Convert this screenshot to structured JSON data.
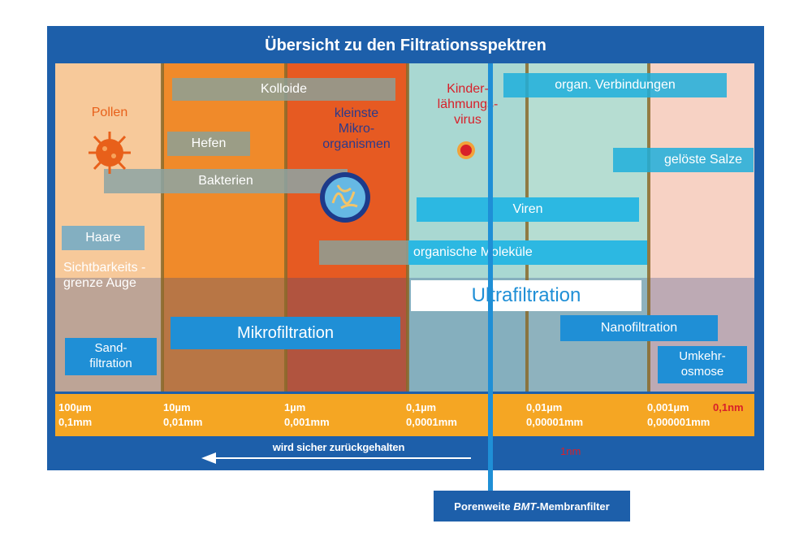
{
  "title": "Übersicht zu den Filtrationsspektren",
  "items": {
    "pollen": "Pollen",
    "kolloide": "Kolloide",
    "hefen": "Hefen",
    "kleinste_mikro": [
      "kleinste",
      "Mikro-",
      "organismen"
    ],
    "kinderlaehmung": [
      "Kinder-",
      "lähmungs-",
      "virus"
    ],
    "organ_verbindungen": "organ. Verbindungen",
    "geloeste_salze": "gelöste Salze",
    "bakterien": "Bakterien",
    "viren": "Viren",
    "haare": "Haare",
    "organische_molekuele": "organische Moleküle",
    "sichtbarkeit": [
      "Sichtbarkeits -",
      "grenze Auge"
    ]
  },
  "filtration": {
    "ultra": "Ultrafiltration",
    "mikro": "Mikrofiltration",
    "nano": "Nanofiltration",
    "sand": [
      "Sand-",
      "filtration"
    ],
    "umkehr": [
      "Umkehr-",
      "osmose"
    ]
  },
  "scale": [
    {
      "top": "100µm",
      "bottom": "0,1mm"
    },
    {
      "top": "10µm",
      "bottom": "0,01mm"
    },
    {
      "top": "1µm",
      "bottom": "0,001mm"
    },
    {
      "top": "0,1µm",
      "bottom": "0,0001mm"
    },
    {
      "top": "0,01µm",
      "bottom": "0,00001mm"
    },
    {
      "top": "0,001µm",
      "bottom": "0,000001mm"
    }
  ],
  "scale_extra": "0,1nm",
  "arrow_label": "wird sicher zurückgehalten",
  "nm_label": "1nm",
  "porenweite": {
    "prefix": "Porenweite ",
    "brand": "BMT",
    "suffix": "-Membranfilter"
  },
  "colors": {
    "frame": "#1d5faa",
    "scale_bar": "#f5a623",
    "accent_blue": "#1f8fd6",
    "red_text": "#d8202a"
  }
}
